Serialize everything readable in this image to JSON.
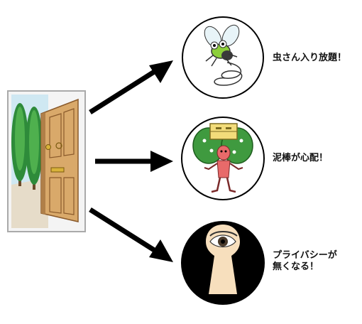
{
  "outcomes": [
    {
      "label": "虫さん入り放題！",
      "icon": "fly-icon"
    },
    {
      "label": "泥棒が心配！",
      "icon": "thief-icon"
    },
    {
      "label_line1": "プライバシーが",
      "label_line2": "無くなる！",
      "icon": "keyhole-eye-icon"
    }
  ],
  "source": {
    "icon": "open-door-icon"
  },
  "colors": {
    "arrow": "#000000",
    "door": "#d9a96a",
    "door_dark": "#8a5a2b",
    "tree": "#2e8b3a",
    "sky": "#cfe8f2",
    "keyhole_bg": "#000000",
    "keyhole_skin": "#f7dfbd"
  }
}
